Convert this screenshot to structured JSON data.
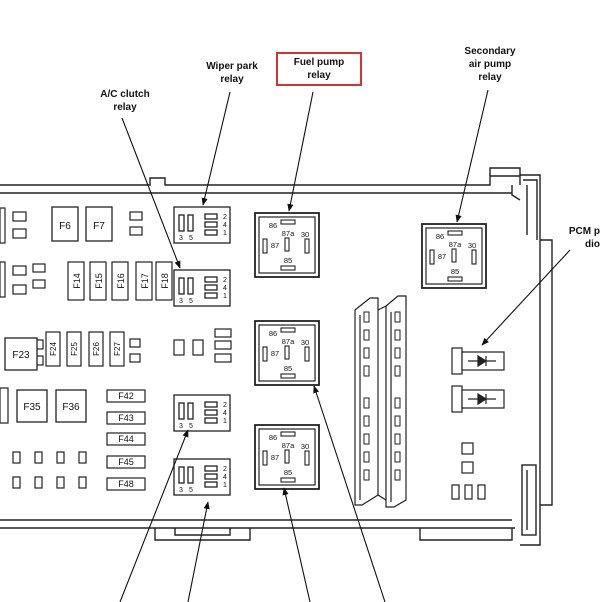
{
  "labels": {
    "wiper": "Wiper park\nrelay",
    "fuel": "Fuel pump\nrelay",
    "secondary": "Secondary\nair pump\nrelay",
    "ac": "A/C clutch\nrelay",
    "pcm": "PCM p\ndio"
  },
  "highlight_color": "#d9312b",
  "fuses": {
    "f6": "F6",
    "f7": "F7",
    "f14": "F14",
    "f15": "F15",
    "f16": "F16",
    "f17": "F17",
    "f18": "F18",
    "f23": "F23",
    "f24": "F24",
    "f25": "F25",
    "f26": "F26",
    "f27": "F27",
    "f35": "F35",
    "f36": "F36",
    "f42": "F42",
    "f43": "F43",
    "f44": "F44",
    "f45": "F45",
    "f48": "F48"
  },
  "relay_pins": {
    "p86": "86",
    "p87a": "87a",
    "p30": "30",
    "p87": "87",
    "p85": "85"
  },
  "small_relay_pins": {
    "p3": "3",
    "p5": "5",
    "p2": "2",
    "p4": "4",
    "p1": "1"
  }
}
